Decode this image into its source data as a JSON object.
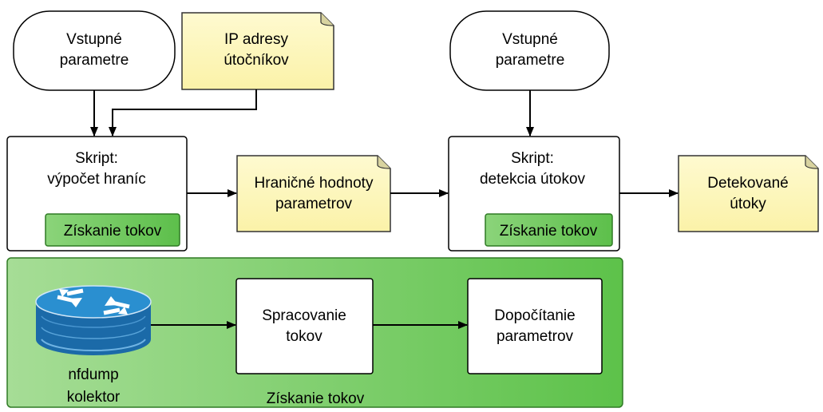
{
  "diagram": {
    "input_params_1": [
      "Vstupné",
      "parametre"
    ],
    "attacker_ips": [
      "IP adresy",
      "útočníkov"
    ],
    "input_params_2": [
      "Vstupné",
      "parametre"
    ],
    "script_boundaries": [
      "Skript:",
      "výpočet hraníc"
    ],
    "script_boundaries_tag": "Získanie tokov",
    "boundary_values": [
      "Hraničné hodnoty",
      "parametrov"
    ],
    "script_detection": [
      "Skript:",
      "detekcia útokov"
    ],
    "script_detection_tag": "Získanie tokov",
    "detected_attacks": [
      "Detekované",
      "útoky"
    ],
    "collector": [
      "nfdump",
      "kolektor"
    ],
    "flow_processing": [
      "Spracovanie",
      "tokov"
    ],
    "param_calc": [
      "Dopočítanie",
      "parametrov"
    ],
    "container_label": "Získanie tokov"
  },
  "colors": {
    "note_fill": "#fdf7c0",
    "note_stroke": "#333333",
    "green_dark": "#5dc24a",
    "green_light": "#a6dd96",
    "tag_fill": "#6ccc5a",
    "router": "#1b75b7"
  }
}
